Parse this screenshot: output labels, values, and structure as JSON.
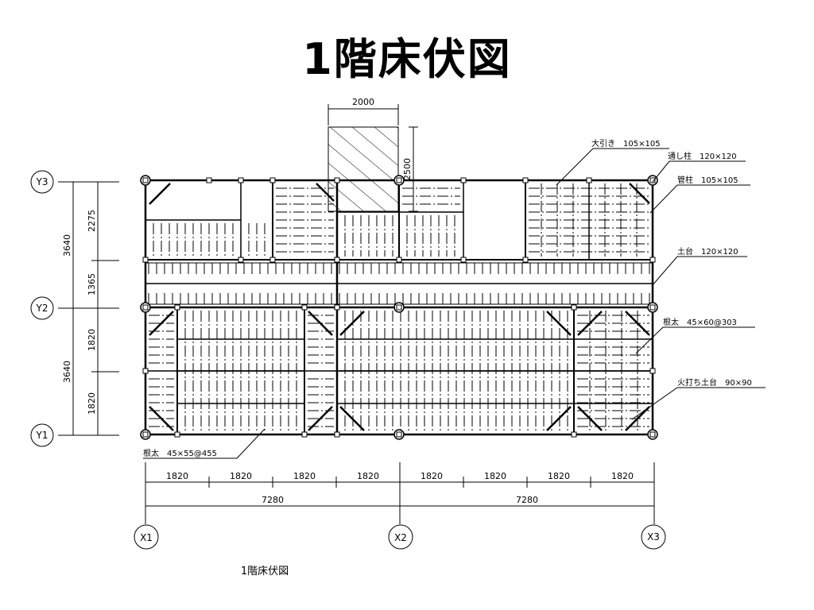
{
  "title": "1階床伏図",
  "caption": "1階床伏図",
  "grid_labels": {
    "x1": "X1",
    "x2": "X2",
    "x3": "X3",
    "y1": "Y1",
    "y2": "Y2",
    "y3": "Y3"
  },
  "dims": {
    "stair_width": "2000",
    "stair_depth": "2500",
    "bottom_modules": [
      "1820",
      "1820",
      "1820",
      "1820",
      "1820",
      "1820",
      "1820",
      "1820"
    ],
    "bottom_halves": [
      "7280",
      "7280"
    ],
    "left_outer": [
      "3640",
      "3640"
    ],
    "left_inner": [
      "2275",
      "1365",
      "1820",
      "1820"
    ]
  },
  "annotations": {
    "oobiki": "大引き　105×105",
    "toushibashira": "通し柱　120×120",
    "kudabashira": "管柱　105×105",
    "dodai": "土台　120×120",
    "neda_top": "根太　45×60@303",
    "hiuchi": "火打ち土台　90×90",
    "neda_bottom": "根太　45×55@455"
  }
}
